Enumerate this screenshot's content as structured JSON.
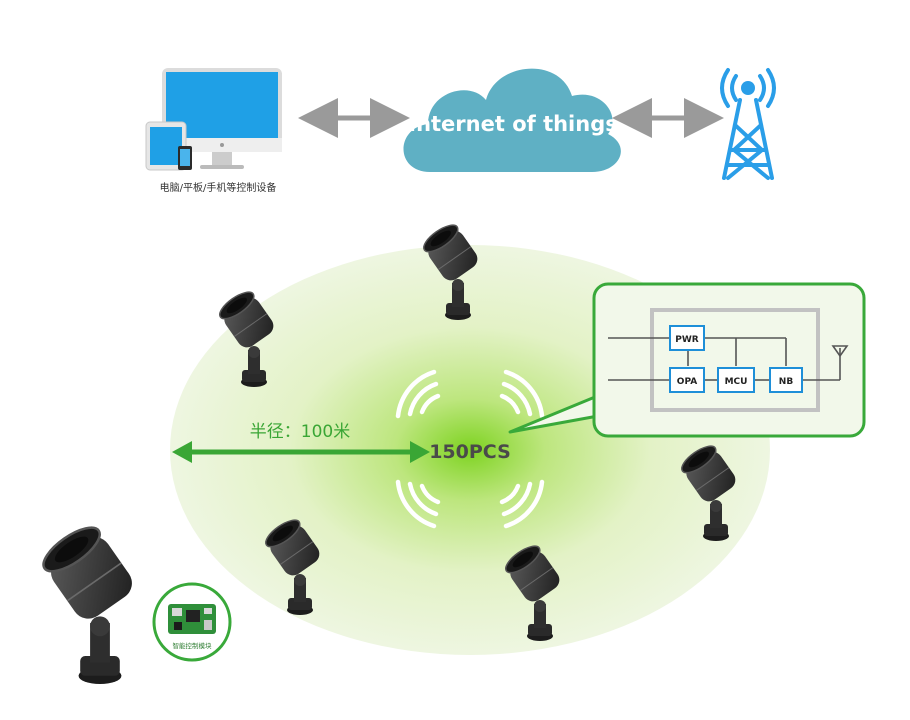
{
  "devices_caption": "电脑/平板/手机等控制设备",
  "cloud_label": "Internet of things",
  "radius_label": "半径：100米",
  "hub_label": "150PCS",
  "circuit": {
    "pwr": "PWR",
    "opa": "OPA",
    "mcu": "MCU",
    "nb": "NB"
  },
  "module_caption": "智能控制模块",
  "colors": {
    "cloud": "#5fb0c4",
    "green": "#3aa635",
    "tower": "#2a9ee8",
    "screen": "#1fa0e6",
    "circuit_border": "#39a93a",
    "arrow_gray": "#9a9a9a"
  },
  "icons": [
    "desktop-computer-icon",
    "tablet-icon",
    "phone-icon",
    "cloud-icon",
    "antenna-tower-icon",
    "spotlight-icon",
    "circuit-board-icon",
    "signal-waves-icon"
  ]
}
